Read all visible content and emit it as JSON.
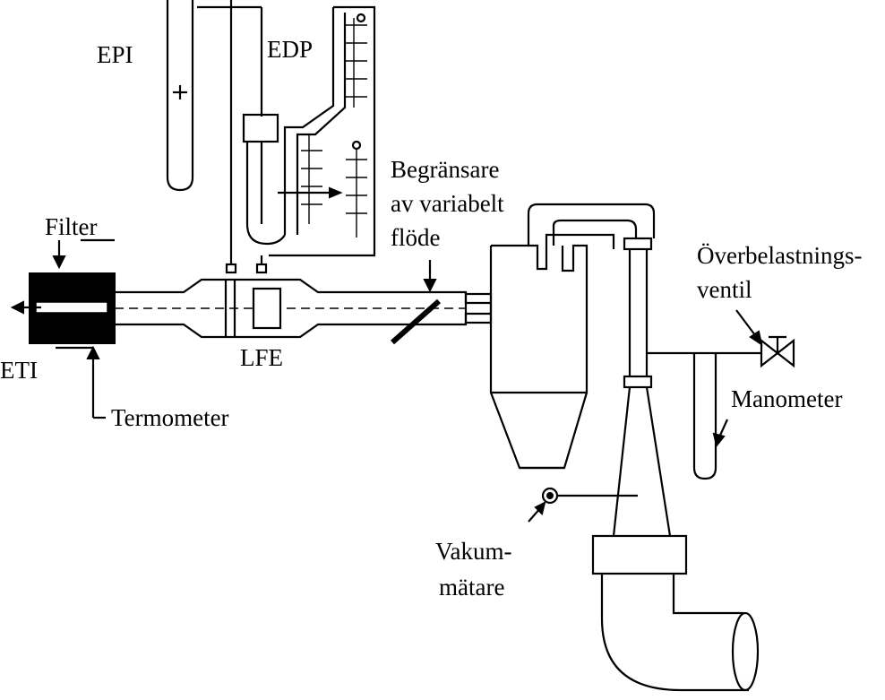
{
  "labels": {
    "epi": "EPI",
    "edp": "EDP",
    "filter": "Filter",
    "eti": "ETI",
    "termometer": "Termometer",
    "lfe": "LFE",
    "begransare_1": "Begränsare",
    "begransare_2": "av variabelt",
    "begransare_3": "flöde",
    "overbelastning_1": "Överbelastnings-",
    "overbelastning_2": "ventil",
    "manometer": "Manometer",
    "vakum_1": "Vakum-",
    "vakum_2": "mätare"
  }
}
